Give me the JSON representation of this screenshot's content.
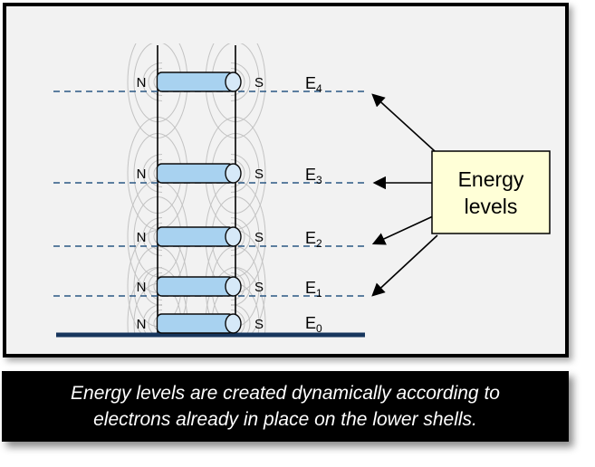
{
  "diagram": {
    "levels": [
      {
        "label": "E",
        "sub": "4",
        "north": "N",
        "south": "S"
      },
      {
        "label": "E",
        "sub": "3",
        "north": "N",
        "south": "S"
      },
      {
        "label": "E",
        "sub": "2",
        "north": "N",
        "south": "S"
      },
      {
        "label": "E",
        "sub": "1",
        "north": "N",
        "south": "S"
      },
      {
        "label": "E",
        "sub": "0",
        "north": "N",
        "south": "S"
      }
    ],
    "energy_box": {
      "line1": "Energy",
      "line2": "levels"
    }
  },
  "caption": {
    "line1": "Energy levels are created dynamically according to",
    "line2": "electrons already in place on the lower shells."
  },
  "colors": {
    "panel_background": "#F2F2F2",
    "panel_border": "#000000",
    "energy_level_dash": "#2A5783",
    "ground_line": "#17365D",
    "magnet_body": "#A8D2F0",
    "magnet_cap": "#D6E9F8",
    "field_lines": "#C3C3C3",
    "energy_box_fill": "#FFFFD7",
    "energy_box_border": "#000000",
    "caption_background": "#000000",
    "caption_text": "#FFFFFF"
  }
}
